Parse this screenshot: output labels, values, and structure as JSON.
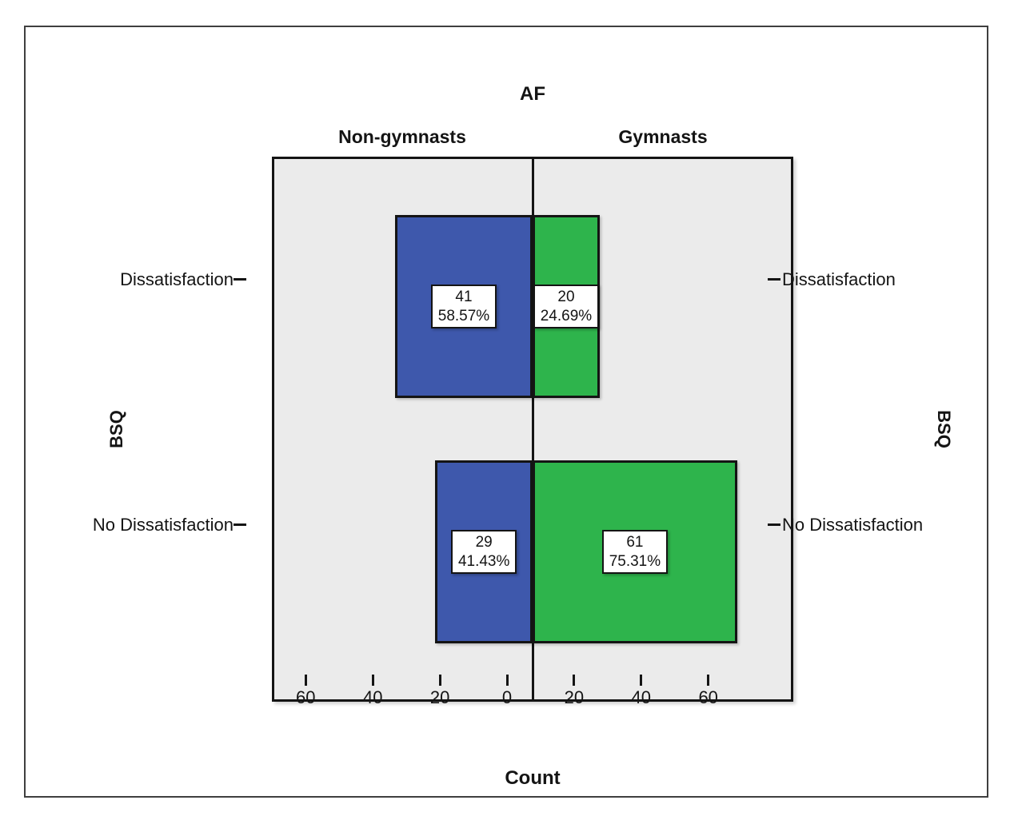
{
  "chart_data": {
    "type": "bar",
    "variant": "back-to-back horizontal clustered bar (diverging / pyramid)",
    "title": "AF",
    "xlabel": "Count",
    "ylabel": "BSQ",
    "panel_headers": [
      "Non-gymnasts",
      "Gymnasts"
    ],
    "categories": [
      "Dissatisfaction",
      "No Dissatisfaction"
    ],
    "series": [
      {
        "name": "Non-gymnasts",
        "side": "left",
        "color": "#3E58AC",
        "values": [
          41,
          29
        ],
        "percents": [
          "58.57%",
          "41.43%"
        ]
      },
      {
        "name": "Gymnasts",
        "side": "right",
        "color": "#2EB44C",
        "values": [
          20,
          61
        ],
        "percents": [
          "24.69%",
          "75.31%"
        ]
      }
    ],
    "x_ticks": [
      {
        "label": "60",
        "value": -60
      },
      {
        "label": "40",
        "value": -40
      },
      {
        "label": "20",
        "value": -20
      },
      {
        "label": "0",
        "value": 0
      },
      {
        "label": "20",
        "value": 20
      },
      {
        "label": "40",
        "value": 40
      },
      {
        "label": "60",
        "value": 60
      }
    ],
    "x_axis_max": 77,
    "plot_background": "#EBEBEB",
    "grid": false,
    "legend": "none",
    "value_label_style": "white box with count over percent"
  },
  "colors": {
    "non_gymnasts_blue": "#3E58AC",
    "gymnasts_green": "#2EB44C",
    "plot_bg": "#EBEBEB",
    "axis_black": "#141414",
    "outer_border_gray": "#3F3F3F"
  }
}
